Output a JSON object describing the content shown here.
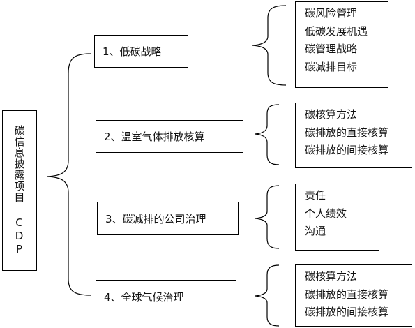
{
  "root": {
    "label": "碳信息披露项目 CDP"
  },
  "categories": [
    {
      "label": "1、低碳战略",
      "items": [
        "碳风险管理",
        "低碳发展机遇",
        "碳管理战略",
        "碳减排目标"
      ]
    },
    {
      "label": "2、温室气体排放核算",
      "items": [
        "碳核算方法",
        "碳排放的直接核算",
        "碳排放的间接核算"
      ]
    },
    {
      "label": "3、碳减排的公司治理",
      "items": [
        "责任",
        "个人绩效",
        "沟通"
      ]
    },
    {
      "label": "4、全球气候治理",
      "items": [
        "碳核算方法",
        "碳排放的直接核算",
        "碳排放的间接核算"
      ]
    }
  ]
}
